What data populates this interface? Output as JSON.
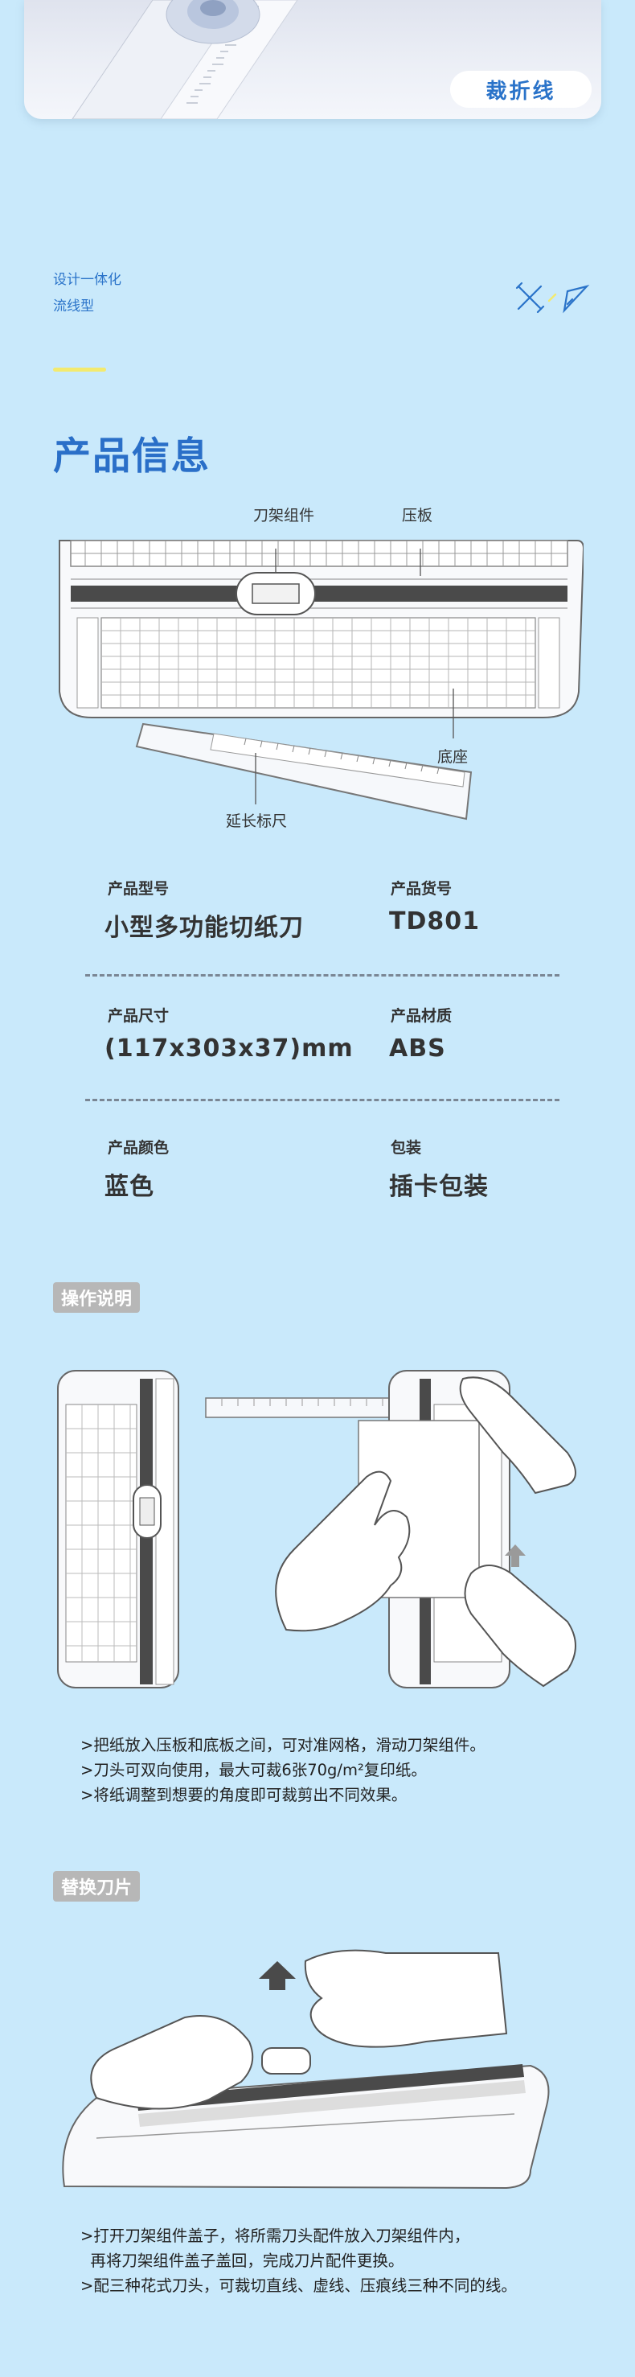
{
  "top_card": {
    "label": "裁折线"
  },
  "design": {
    "line1": "设计一体化",
    "line2": "流线型"
  },
  "product_info": {
    "title": "产品信息",
    "callouts": {
      "blade_holder": "刀架组件",
      "press_plate": "压板",
      "base": "底座",
      "extension_ruler": "延长标尺"
    },
    "specs": [
      {
        "label": "产品型号",
        "value": "小型多功能切纸刀"
      },
      {
        "label": "产品货号",
        "value": "TD801"
      },
      {
        "label": "产品尺寸",
        "value": "(117x303x37)mm"
      },
      {
        "label": "产品材质",
        "value": "ABS"
      },
      {
        "label": "产品颜色",
        "value": "蓝色"
      },
      {
        "label": "包装",
        "value": "插卡包装"
      }
    ]
  },
  "operation": {
    "tag": "操作说明",
    "lines": [
      ">把纸放入压板和底板之间，可对准网格，滑动刀架组件。",
      ">刀头可双向使用，最大可裁6张70g/m²复印纸。",
      ">将纸调整到想要的角度即可裁剪出不同效果。"
    ]
  },
  "replace_blade": {
    "tag": "替换刀片",
    "lines": [
      ">打开刀架组件盖子，将所需刀头配件放入刀架组件内，",
      "  再将刀架组件盖子盖回，完成刀片配件更换。",
      ">配三种花式刀头，可裁切直线、虚线、压痕线三种不同的线。"
    ]
  },
  "colors": {
    "background": "#c9e9fb",
    "accent": "#2a6fc8",
    "tag_grey": "#b7b7b7",
    "highlight": "#f3ea6e"
  }
}
